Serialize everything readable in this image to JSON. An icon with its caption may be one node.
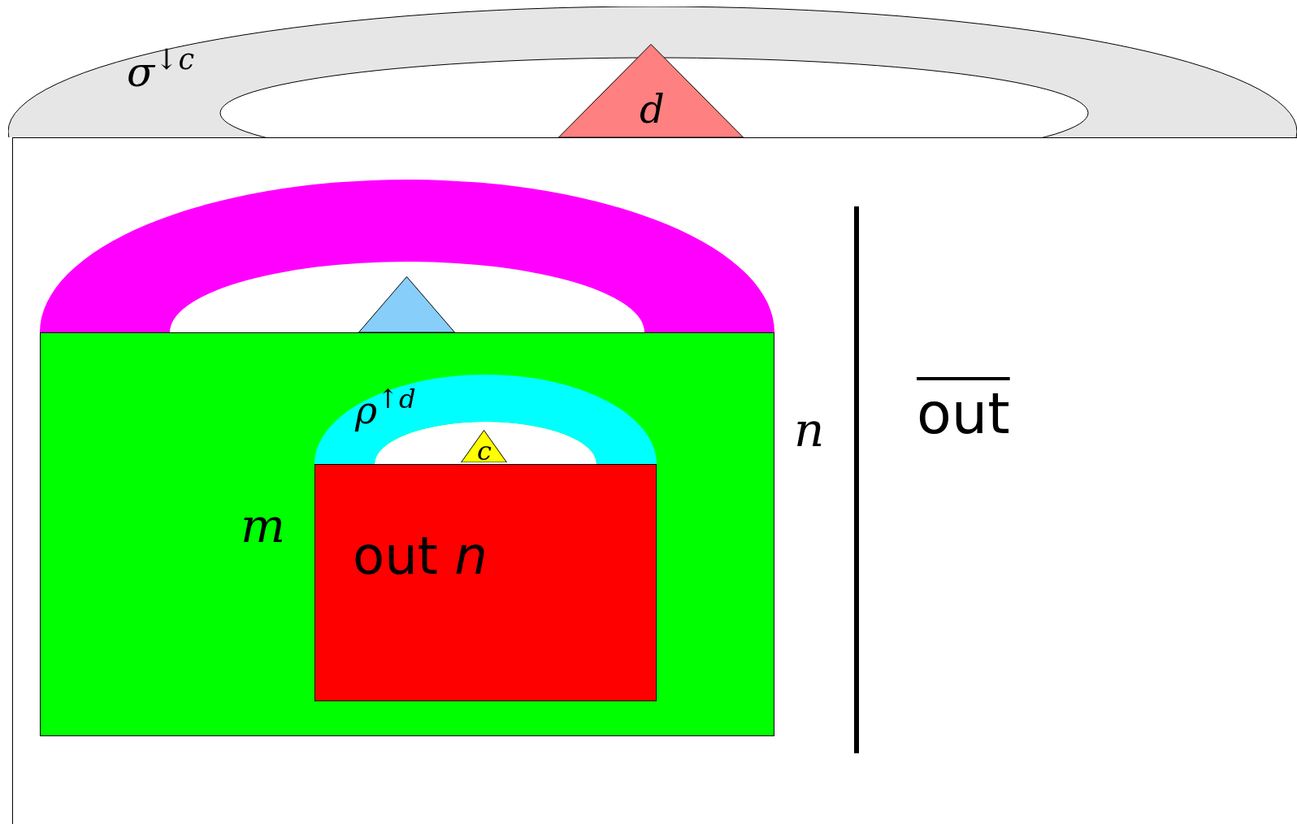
{
  "diagram": {
    "nodes": [
      {
        "text": [
          "σ$^{↓c}$"
        ]
      },
      {
        "text": [
          "d"
        ],
        "in": 0
      },
      {
        "text": [],
        "shape": "box"
      },
      {
        "text": [],
        "shape": "arch",
        "in": 2
      },
      {
        "text": [],
        "shape": "triangle",
        "in": 3
      },
      {
        "text": [],
        "shape": "box",
        "in": 2
      },
      {
        "text": [
          "ρ$^{↑d}$"
        ],
        "in": 5
      },
      {
        "text": [
          "c"
        ]
      },
      {
        "text": [
          "out *n*"
        ],
        "in": 5
      }
    ],
    "labels": [
      "m",
      "n",
      "out"
    ]
  }
}
